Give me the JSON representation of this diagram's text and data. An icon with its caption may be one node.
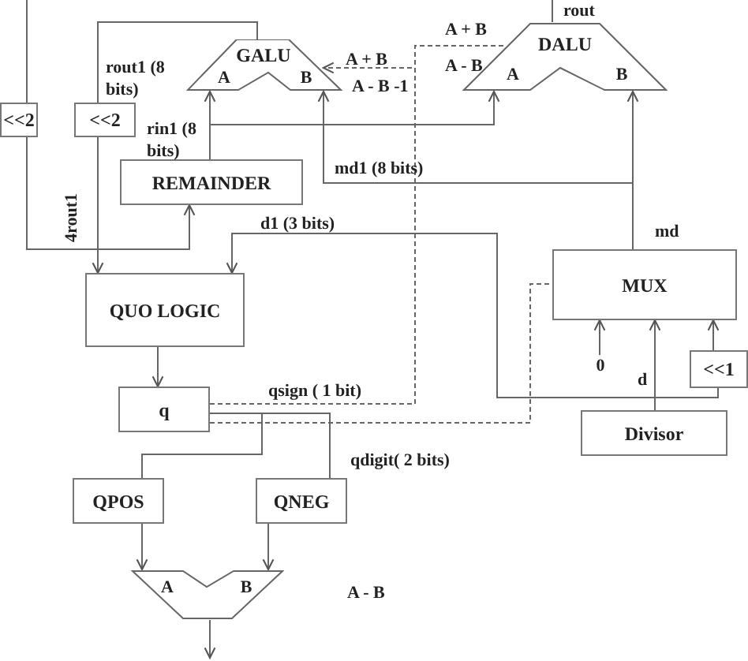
{
  "diagram": {
    "nodes": [
      {
        "text": [
          "<<2"
        ]
      },
      {
        "text": [
          "<<2"
        ]
      },
      {
        "text": [
          "GALU",
          "A",
          "B"
        ]
      },
      {
        "text": [
          "DALU",
          "A",
          "B"
        ]
      },
      {
        "text": [
          "REMAINDER"
        ]
      },
      {
        "text": [
          "QUO LOGIC"
        ]
      },
      {
        "text": [
          "MUX"
        ]
      },
      {
        "text": [
          "q"
        ]
      },
      {
        "text": [
          "QPOS"
        ]
      },
      {
        "text": [
          "QNEG"
        ]
      },
      {
        "text": [
          "A",
          "B"
        ],
        "beside": [
          "A - B"
        ]
      },
      {
        "text": [
          "<<1"
        ]
      },
      {
        "text": [
          "Divisor"
        ]
      },
      {
        "text": [
          "0"
        ]
      }
    ],
    "edges": [
      {
        "from": 2,
        "to": 1,
        "arrow": "none",
        "label": "rout1 (8 bits)"
      },
      {
        "from": 3,
        "to": null,
        "arrow": "none",
        "label": "rout"
      },
      {
        "from": null,
        "to": 0,
        "arrow": "none"
      },
      {
        "from": 0,
        "to": 4,
        "arrow": "to"
      },
      {
        "from": 1,
        "to": 5,
        "arrow": "to",
        "label": "4rout1"
      },
      {
        "from": 4,
        "to": 2,
        "arrow": "to",
        "label": "rin1 (8 bits)"
      },
      {
        "from": 4,
        "to": 3,
        "arrow": "to"
      },
      {
        "from": 6,
        "to": 2,
        "arrow": "to",
        "label": "md1 (8 bits)"
      },
      {
        "from": 6,
        "to": 3,
        "arrow": "to",
        "label": "md"
      },
      {
        "from": 12,
        "to": 5,
        "arrow": "to",
        "label": "d1 (3 bits)"
      },
      {
        "from": 12,
        "to": 6,
        "arrow": "to",
        "label": "d"
      },
      {
        "from": 12,
        "to": 11,
        "arrow": "none"
      },
      {
        "from": 11,
        "to": 6,
        "arrow": "to"
      },
      {
        "from": 13,
        "to": 6,
        "arrow": "to"
      },
      {
        "from": 5,
        "to": 7,
        "arrow": "to"
      },
      {
        "from": 7,
        "to": 2,
        "arrow": "to",
        "style": "dashed"
      },
      {
        "from": 7,
        "to": 3,
        "arrow": "none",
        "style": "dashed",
        "label": "qsign ( 1 bit)"
      },
      {
        "from": 7,
        "to": 6,
        "arrow": "none",
        "style": "dashed"
      },
      {
        "from": 7,
        "to": 8,
        "arrow": "none"
      },
      {
        "from": 7,
        "to": 9,
        "arrow": "none",
        "label": "qdigit( 2 bits)"
      },
      {
        "from": 8,
        "to": 10,
        "arrow": "to"
      },
      {
        "from": 9,
        "to": 10,
        "arrow": "to"
      },
      {
        "from": 10,
        "to": null,
        "arrow": "to"
      }
    ],
    "labels": [
      "A + B",
      "A - B -1",
      "A + B",
      "A - B"
    ]
  }
}
